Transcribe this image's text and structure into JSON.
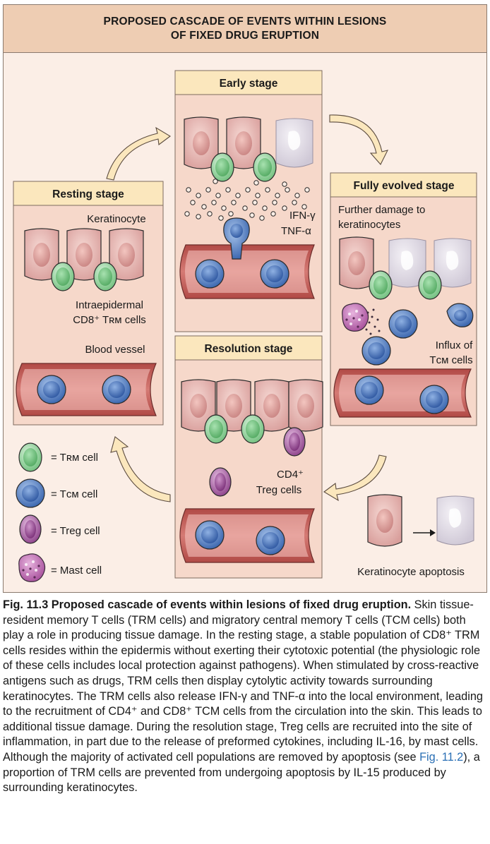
{
  "header": {
    "line1": "PROPOSED CASCADE OF EVENTS WITHIN LESIONS",
    "line2": "OF FIXED DRUG ERUPTION"
  },
  "stages": {
    "resting": {
      "title": "Resting stage",
      "keratinocyte": "Keratinocyte",
      "trm_line1": "Intraepidermal",
      "trm_line2": "CD8⁺ Tʀᴍ cells",
      "vessel": "Blood vessel"
    },
    "early": {
      "title": "Early stage",
      "ifn": "IFN-γ",
      "tnf": "TNF-α"
    },
    "fully": {
      "title": "Fully evolved stage",
      "damage_line1": "Further damage to",
      "damage_line2": "keratinocytes",
      "influx_line1": "Influx of",
      "influx_line2": "Tᴄᴍ cells"
    },
    "resolution": {
      "title": "Resolution stage",
      "treg_line1": "CD4⁺",
      "treg_line2": "Treg cells"
    }
  },
  "legend": [
    {
      "label": "= Tʀᴍ cell",
      "icon": "trm-cell-icon"
    },
    {
      "label": "= Tᴄᴍ cell",
      "icon": "tcm-cell-icon"
    },
    {
      "label": "= Treg cell",
      "icon": "treg-cell-icon"
    },
    {
      "label": "= Mast cell",
      "icon": "mast-cell-icon"
    }
  ],
  "apoptosis_label": "Keratinocyte apoptosis",
  "colors": {
    "header_bg": "#eecdb3",
    "panel_bg": "#fbeee6",
    "title_bar": "#fbe7bd",
    "stage_bg": "#f6d8ca",
    "keratinocyte": "#e8b7b3",
    "trm": "#8fd19a",
    "tcm": "#4f7fc4",
    "treg": "#a85aa2",
    "vessel": "#c8615c",
    "link": "#2a6fb5"
  },
  "caption": {
    "title": "Fig. 11.3 Proposed cascade of events within lesions of fixed drug eruption.",
    "text_before_link": "Skin tissue-resident memory T cells (TRM cells) and migratory central memory T cells (TCM cells) both play a role in producing tissue damage. In the resting stage, a stable population of CD8⁺ TRM cells resides within the epidermis without exerting their cytotoxic potential (the physiologic role of these cells includes local protection against pathogens). When stimulated by cross-reactive antigens such as drugs, TRM cells then display cytolytic activity towards surrounding keratinocytes. The TRM cells also release IFN-γ and TNF-α into the local environment, leading to the recruitment of CD4⁺ and CD8⁺ TCM cells from the circulation into the skin. This leads to additional tissue damage. During the resolution stage, Treg cells are recruited into the site of inflammation, in part due to the release of preformed cytokines, including IL-16, by mast cells. Although the majority of activated cell populations are removed by apoptosis (see ",
    "link": "Fig. 11.2",
    "text_after_link": "), a proportion of TRM cells are prevented from undergoing apoptosis by IL-15 produced by surrounding keratinocytes."
  }
}
